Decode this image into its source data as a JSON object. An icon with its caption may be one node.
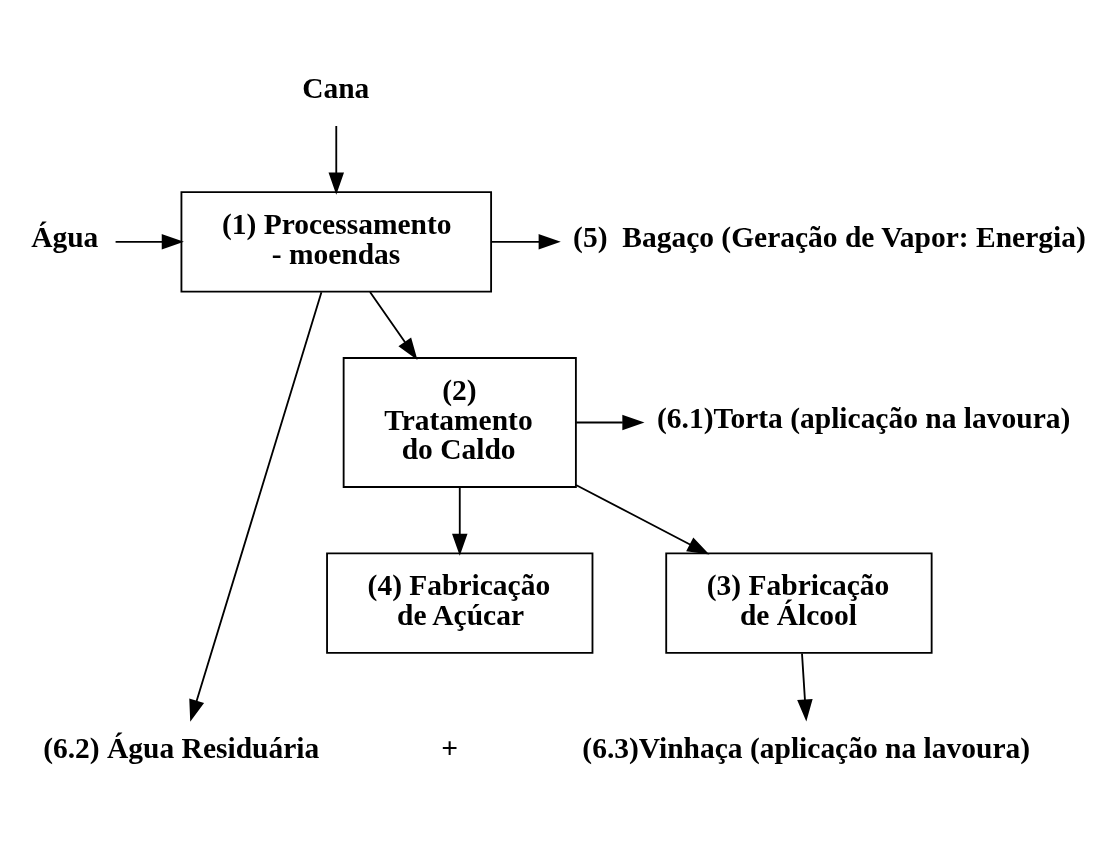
{
  "diagram": {
    "nodes": [
      {
        "text": [
          "Cana"
        ]
      },
      {
        "text": [
          "Água"
        ]
      },
      {
        "text": [
          "(1) Processamento - moendas"
        ]
      },
      {
        "text": [
          "(5)  Bagaço (Geração de Vapor: Energia)"
        ]
      },
      {
        "text": [
          "(2) Tratamento do Caldo"
        ]
      },
      {
        "text": [
          "(6.1)Torta (aplicação na lavoura)"
        ]
      },
      {
        "text": [
          "(3) Fabricação de Álcool"
        ]
      },
      {
        "text": [
          "(4) Fabricação de Açúcar"
        ]
      },
      {
        "text": [
          "(6.2) Água Residuária"
        ]
      },
      {
        "text": [
          "(6.3)Vinhaça (aplicação na lavoura)"
        ]
      }
    ],
    "edges": [
      {
        "from": 0,
        "to": 2,
        "arrow": "to"
      },
      {
        "from": 1,
        "to": 2,
        "arrow": "to"
      },
      {
        "from": 2,
        "to": 3,
        "arrow": "to"
      },
      {
        "from": 2,
        "to": 4,
        "arrow": "to"
      },
      {
        "from": 4,
        "to": 5,
        "arrow": "to"
      },
      {
        "from": 4,
        "to": 6,
        "arrow": "to"
      },
      {
        "from": 4,
        "to": 7,
        "arrow": "to"
      },
      {
        "from": 2,
        "to": 8,
        "arrow": "to"
      },
      {
        "from": 6,
        "to": 9,
        "arrow": "to"
      }
    ],
    "labels": [
      "+"
    ]
  }
}
